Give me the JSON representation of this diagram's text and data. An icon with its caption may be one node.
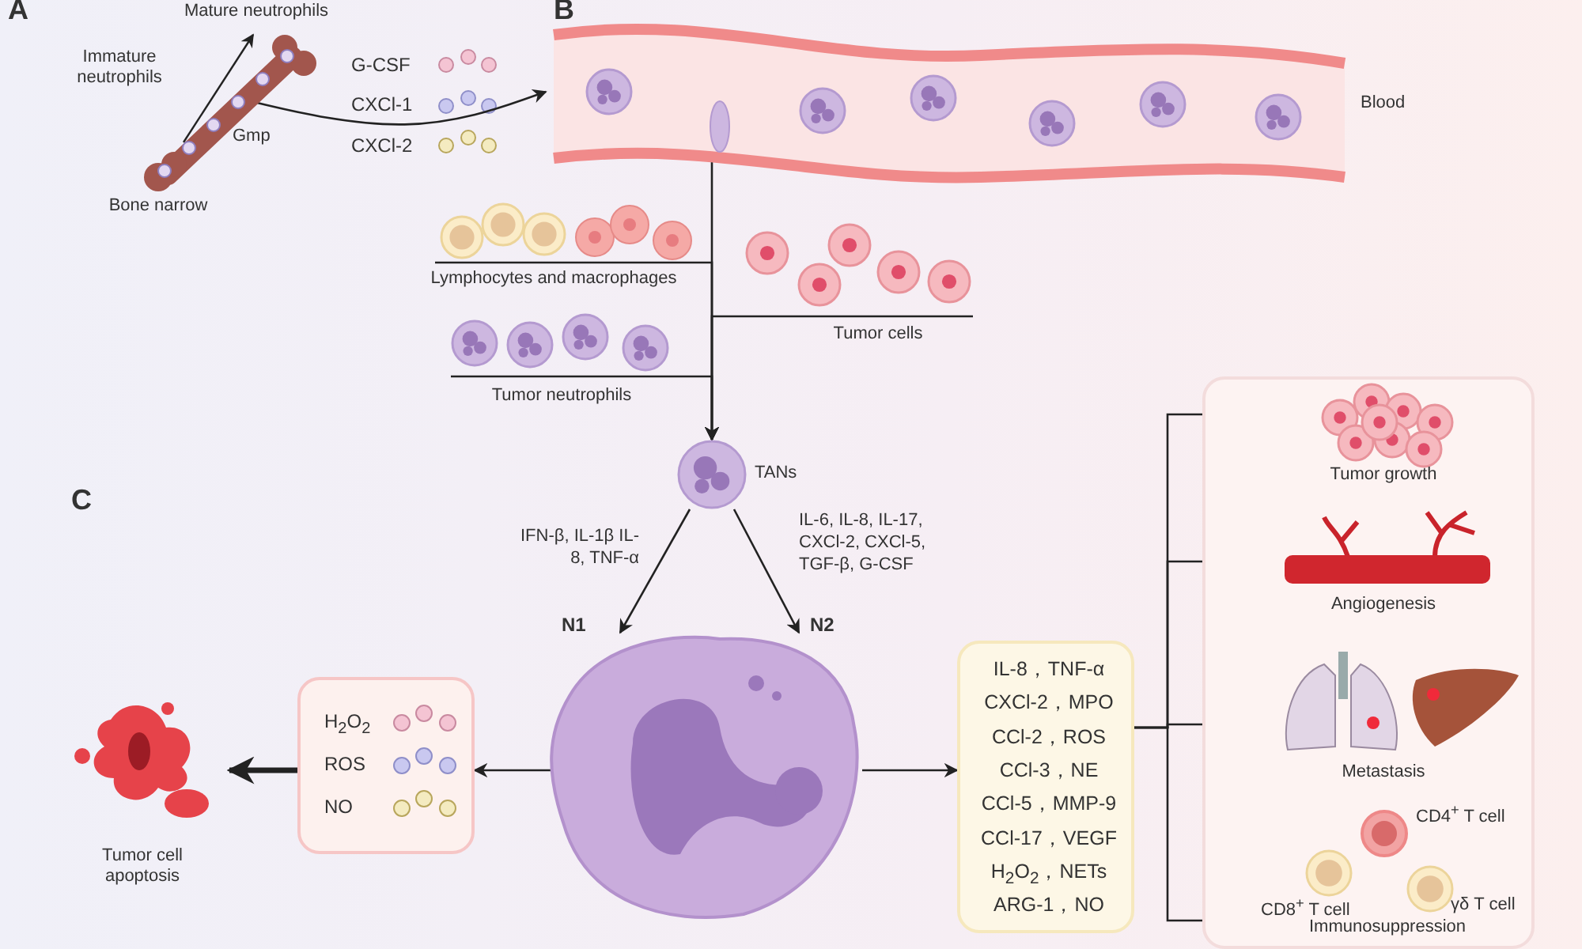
{
  "diagram": {
    "nodes": [
      {
        "text": [
          "Mature neutrophils",
          "Immature neutrophils",
          "Gmp",
          "Bone narrow"
        ]
      },
      {
        "text": [
          "Blood"
        ]
      },
      {
        "text": [],
        "shape": "picture",
        "beside": [
          "Lymphocytes and macrophages"
        ]
      },
      {
        "text": [],
        "shape": "picture",
        "beside": [
          "Tumor cells"
        ]
      },
      {
        "text": [],
        "shape": "picture",
        "beside": [
          "Tumor neutrophils"
        ]
      },
      {
        "text": [
          "TANs"
        ]
      },
      {
        "text": [],
        "shape": "picture"
      },
      {
        "text": [
          "H$_{2}$O$_{2}$",
          "ROS",
          "NO"
        ]
      },
      {
        "text": [
          "Tumor cell apoptosis"
        ]
      },
      {
        "text": [
          "IL-8，TNF-α",
          "CXCl-2，MPO",
          "CCl-2，ROS",
          "CCl-3，NE",
          "CCl-5，MMP-9",
          "CCl-17，VEGF",
          "H$_{2}$O$_{2}$，NETs",
          "ARG-1，NO"
        ]
      },
      {
        "text": [],
        "shape": "box"
      },
      {
        "text": [
          "Tumor growth"
        ],
        "in": 10
      },
      {
        "text": [
          "Angiogenesis"
        ],
        "in": 10
      },
      {
        "text": [
          "Metastasis"
        ],
        "in": 10
      },
      {
        "text": [
          "CD4$^{+}$ T cell",
          "CD8$^{+}$ T cell",
          "γδ T cell",
          "Immunosuppression"
        ],
        "in": 10
      }
    ],
    "edges": [
      {
        "from": 0,
        "to": 1,
        "arrow": "to"
      },
      {
        "from": 1,
        "to": 5,
        "arrow": "to"
      },
      {
        "from": 2,
        "to": 5,
        "arrow": "to"
      },
      {
        "from": 3,
        "to": 5,
        "arrow": "to"
      },
      {
        "from": 4,
        "to": 5,
        "arrow": "to"
      },
      {
        "from": 5,
        "to": 6,
        "arrow": "to",
        "label": "IFN-β, IL-1β IL-8, TNF-α"
      },
      {
        "from": 5,
        "to": 6,
        "arrow": "to",
        "label": "IL-6, IL-8, IL-17, CXCl-2, CXCl-5, TGF-β, G-CSF"
      },
      {
        "from": 6,
        "to": 7,
        "arrow": "to"
      },
      {
        "from": 7,
        "to": 8,
        "arrow": "to",
        "style": "thick"
      },
      {
        "from": 6,
        "to": 9,
        "arrow": "to"
      },
      {
        "from": 9,
        "to": 11,
        "arrow": "to"
      },
      {
        "from": 9,
        "to": 12,
        "arrow": "to"
      },
      {
        "from": 9,
        "to": 13,
        "arrow": "to"
      },
      {
        "from": 9,
        "to": 14,
        "arrow": "to"
      }
    ],
    "labels": [
      "A",
      "B",
      "G-CSF",
      "CXCl-1",
      "CXCl-2",
      "C",
      "N1",
      "N2"
    ]
  }
}
